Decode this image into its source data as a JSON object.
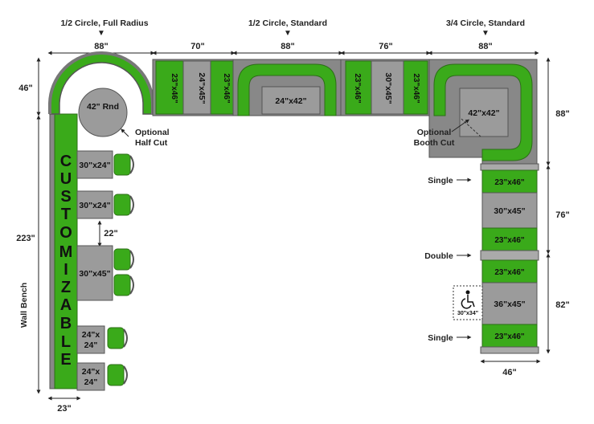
{
  "headers": {
    "half_full_radius": "1/2 Circle, Full Radius",
    "half_standard": "1/2 Circle, Standard",
    "three_quarter": "3/4 Circle, Standard"
  },
  "dimensions": {
    "top_88_a": "88\"",
    "top_70": "70\"",
    "top_88_b": "88\"",
    "top_76": "76\"",
    "top_88_c": "88\"",
    "left_46": "46\"",
    "left_223": "223\"",
    "gap_22": "22\"",
    "bottom_23": "23\"",
    "right_88": "88\"",
    "right_76": "76\"",
    "right_82": "82\"",
    "bottom_46": "46\""
  },
  "labels": {
    "optional_half_cut_1": "Optional",
    "optional_half_cut_2": "Half Cut",
    "optional_booth_cut_1": "Optional",
    "optional_booth_cut_2": "Booth Cut",
    "wall_bench": "Wall Bench",
    "single_top": "Single",
    "double": "Double",
    "single_bottom": "Single",
    "accessible": "30\"x34\""
  },
  "customizable": [
    "C",
    "U",
    "S",
    "T",
    "O",
    "M",
    "I",
    "Z",
    "A",
    "B",
    "L",
    "E"
  ],
  "tables": {
    "round": "42\" Rnd",
    "top_center": "24\"x42\"",
    "top_corner": "42\"x42\"",
    "top_70_table": "24\"x45\"",
    "top_76_table": "30\"x45\"",
    "left_1": "30\"x24\"",
    "left_2": "30\"x24\"",
    "left_3": "30\"x45\"",
    "left_4a": "24\"x",
    "left_4b": "24\"",
    "left_5a": "24\"x",
    "left_5b": "24\"",
    "right_1": "30\"x45\"",
    "right_2": "36\"x45\""
  },
  "benches": {
    "top_a1": "23\"x46\"",
    "top_a2": "23\"x46\"",
    "top_b1": "23\"x46\"",
    "top_b2": "23\"x46\"",
    "right_1": "23\"x46\"",
    "right_2": "23\"x46\"",
    "right_3": "23\"x46\"",
    "right_4": "23\"x46\""
  },
  "colors": {
    "green": "#3aaa1a",
    "gray": "#9b9b9b",
    "edge": "#555555"
  }
}
